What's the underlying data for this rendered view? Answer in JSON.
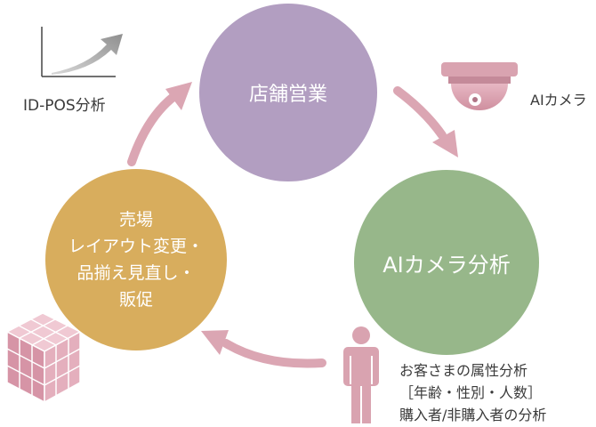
{
  "diagram": {
    "nodes": {
      "store_ops": "店舗営業",
      "ai_analysis": "AIカメラ分析",
      "sales_lines": [
        "売場",
        "レイアウト変更・",
        "品揃え見直し・",
        "販促"
      ]
    },
    "labels": {
      "id_pos": "ID-POS分析",
      "ai_camera": "AIカメラ",
      "customer_lines": [
        "お客さまの属性分析",
        "［年齢・性別・人数］",
        "購入者/非購入者の分析"
      ]
    },
    "colors": {
      "store": "#b29ec1",
      "ai": "#97b78a",
      "sales": "#d8ad5d",
      "arrow": "#dba6b3",
      "icon_pink": "#d9a3b0"
    },
    "icons": [
      "growth-chart-icon",
      "security-camera-icon",
      "person-icon",
      "cube-grid-icon"
    ]
  }
}
